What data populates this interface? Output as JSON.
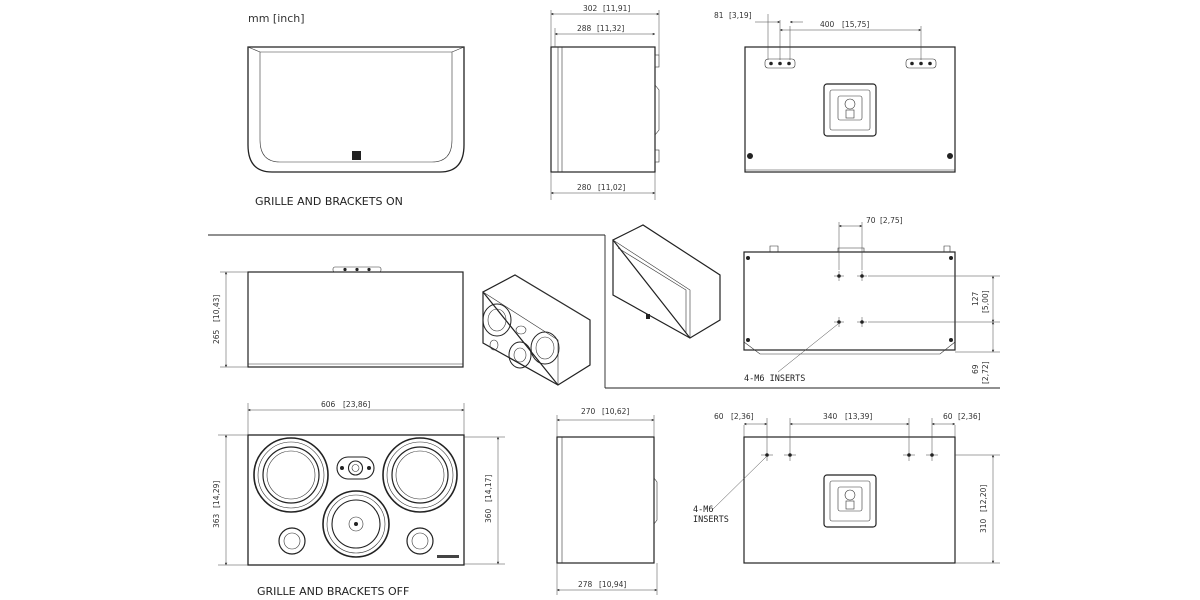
{
  "units_label": "mm [inch]",
  "captions": {
    "grille_on": "GRILLE AND BRACKETS ON",
    "grille_off": "GRILLE AND BRACKETS OFF"
  },
  "dims": {
    "d302": "302",
    "d302i": "[11,91]",
    "d288": "288",
    "d288i": "[11,32]",
    "d280": "280",
    "d280i": "[11,02]",
    "d81": "81",
    "d81i": "[3,19]",
    "d400": "400",
    "d400i": "[15,75]",
    "d70": "70",
    "d70i": "[2,75]",
    "d127": "127",
    "d127i": "[5,00]",
    "d69": "69",
    "d69i": "[2,72]",
    "d265": "265",
    "d265i": "[10,43]",
    "d606": "606",
    "d606i": "[23,86]",
    "d363": "363",
    "d363i": "[14,29]",
    "d360": "360",
    "d360i": "[14,17]",
    "d270": "270",
    "d270i": "[10,62]",
    "d278": "278",
    "d278i": "[10,94]",
    "d60a": "60",
    "d60ai": "[2,36]",
    "d340": "340",
    "d340i": "[13,39]",
    "d60b": "60",
    "d60bi": "[2,36]",
    "d310": "310",
    "d310i": "[12,20]"
  },
  "labels": {
    "inserts_top": "4-M6 INSERTS",
    "inserts_bottom_1": "4-M6",
    "inserts_bottom_2": "INSERTS"
  }
}
